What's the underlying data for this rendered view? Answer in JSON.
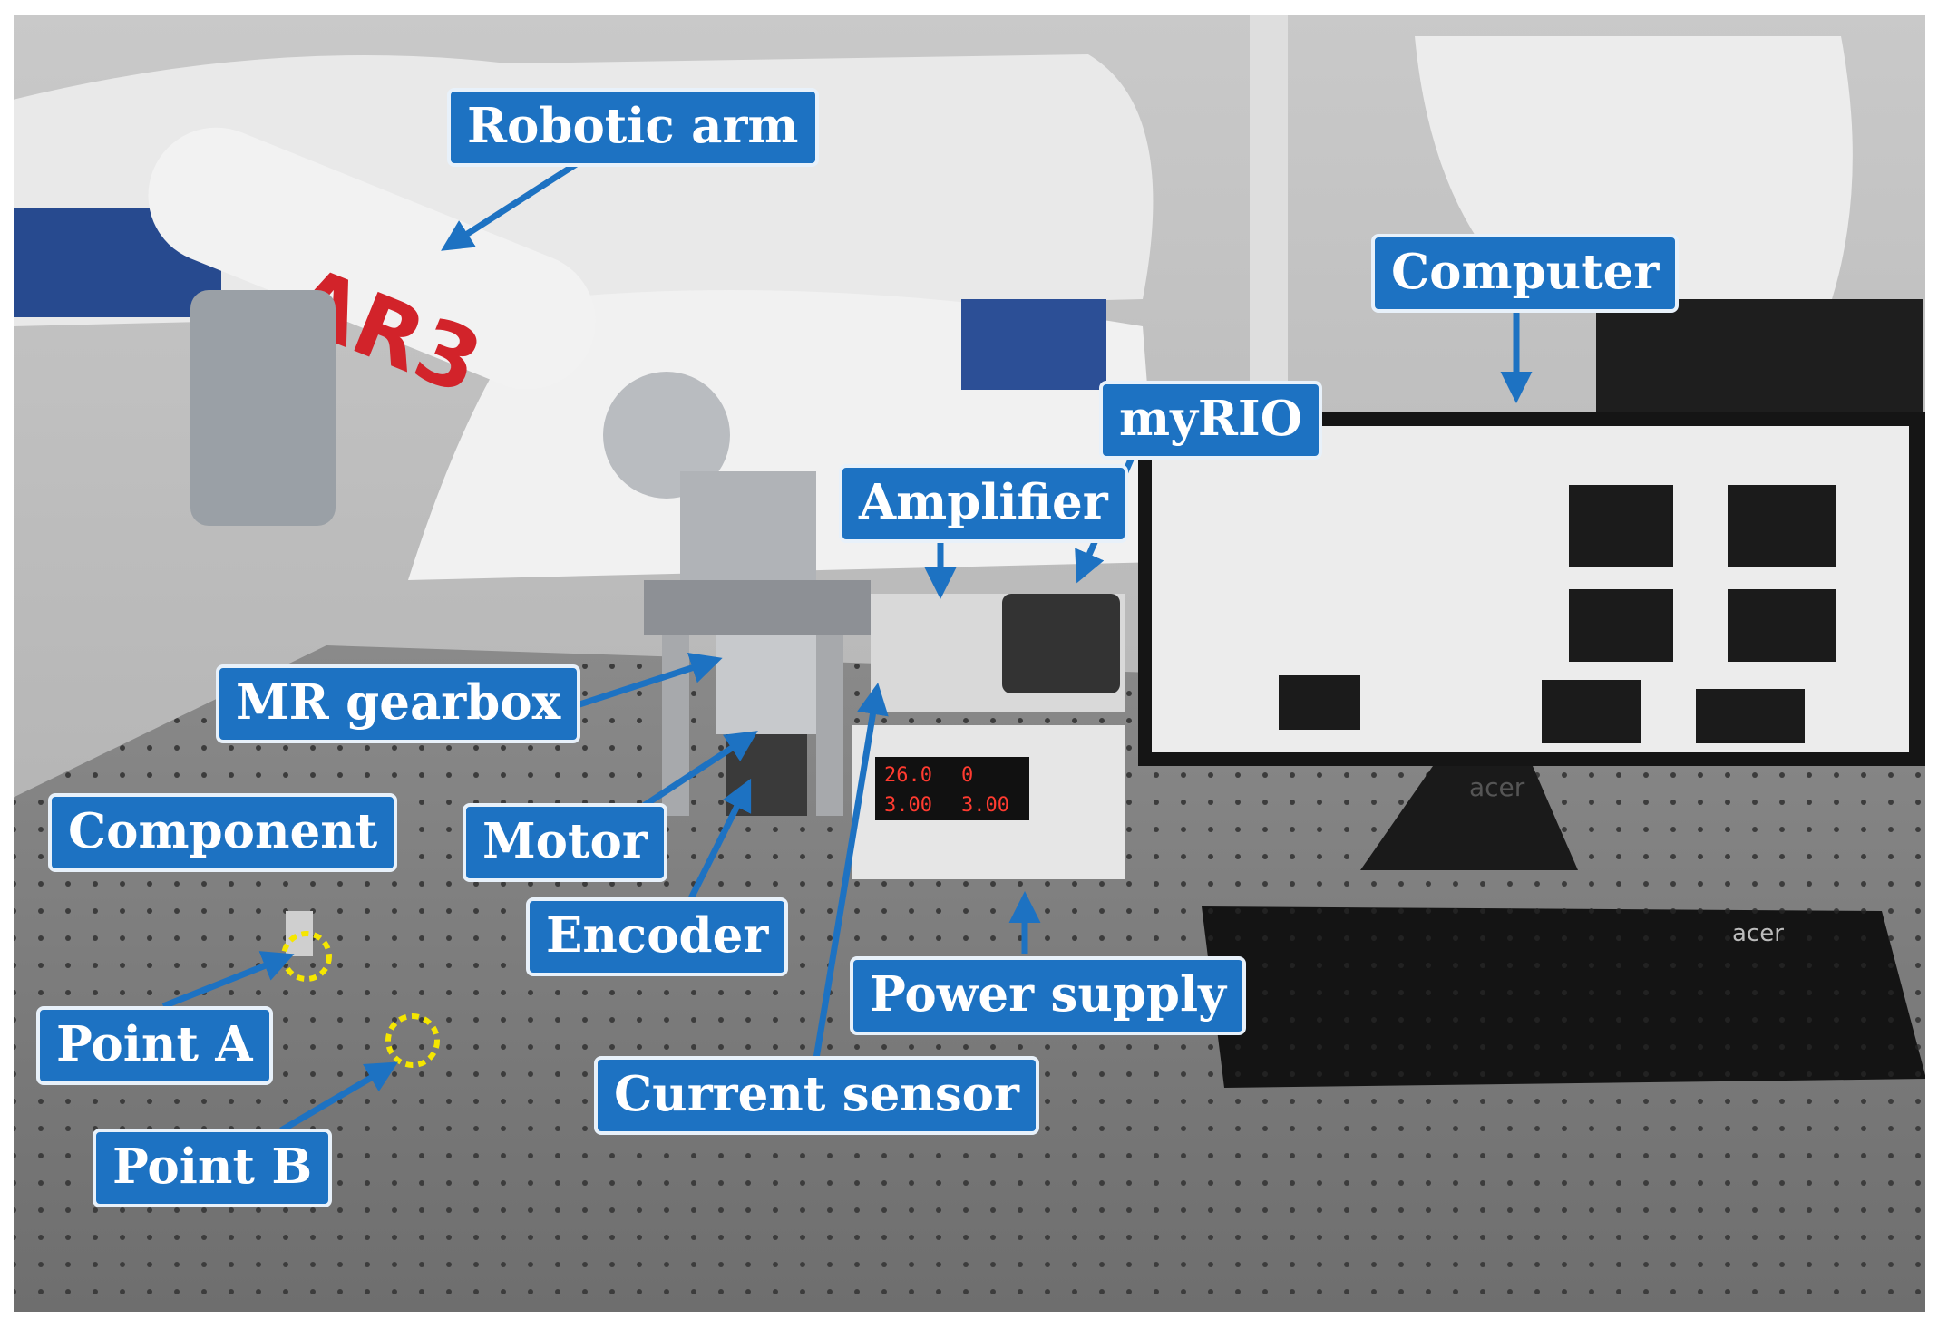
{
  "figure": {
    "description_labels": {
      "robotic_arm": "Robotic arm",
      "computer": "Computer",
      "myrio": "myRIO",
      "amplifier": "Amplifier",
      "mr_gearbox": "MR gearbox",
      "component": "Component",
      "motor": "Motor",
      "encoder": "Encoder",
      "power_supply": "Power supply",
      "point_a": "Point A",
      "current_sensor": "Current sensor",
      "point_b": "Point B"
    },
    "arm_logo": "AR3",
    "monitor_brand": "acer",
    "keyboard_brand": "acer",
    "psu_display": {
      "left_top": "26.0",
      "right_top": "0",
      "left_bottom": "3.00",
      "right_bottom": "3.00"
    },
    "colors": {
      "callout_fill": "#1d72c2",
      "callout_text": "#ffffff",
      "arrow": "#1d72c2",
      "marker_ring": "#f5e600"
    }
  }
}
